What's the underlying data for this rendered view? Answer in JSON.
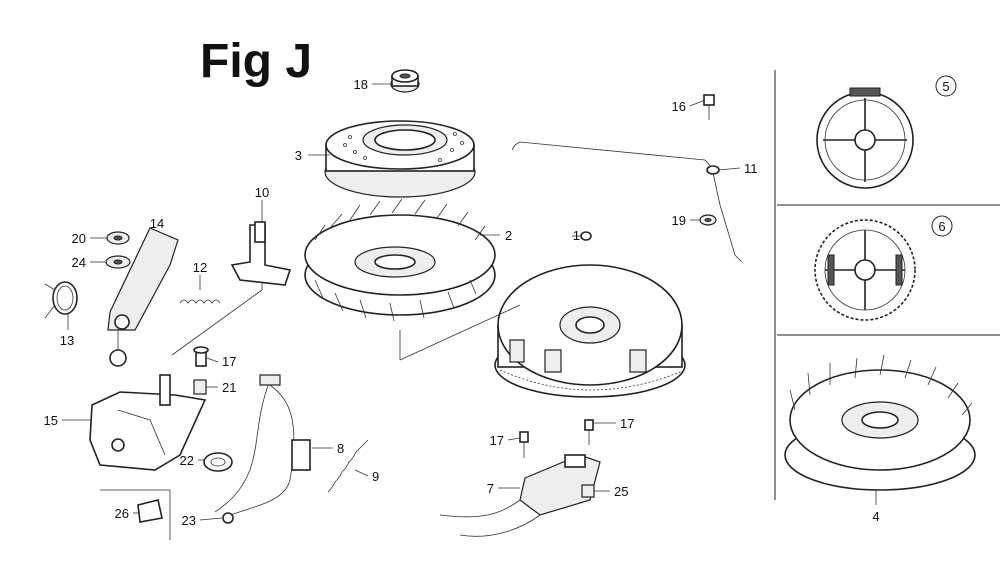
{
  "title": "Fig J",
  "callouts": [
    "1",
    "2",
    "3",
    "4",
    "5",
    "6",
    "7",
    "8",
    "9",
    "10",
    "11",
    "12",
    "13",
    "14",
    "15",
    "16",
    "17",
    "18",
    "19",
    "20",
    "21",
    "22",
    "23",
    "24",
    "25",
    "26"
  ],
  "extra_callouts": {
    "c17a": "17",
    "c17b": "17",
    "c17c": "17"
  },
  "icons": [
    "flywheel",
    "cooling-fan",
    "starter-pulley",
    "ignition-coil",
    "bracket",
    "spring",
    "bolt",
    "nut"
  ]
}
